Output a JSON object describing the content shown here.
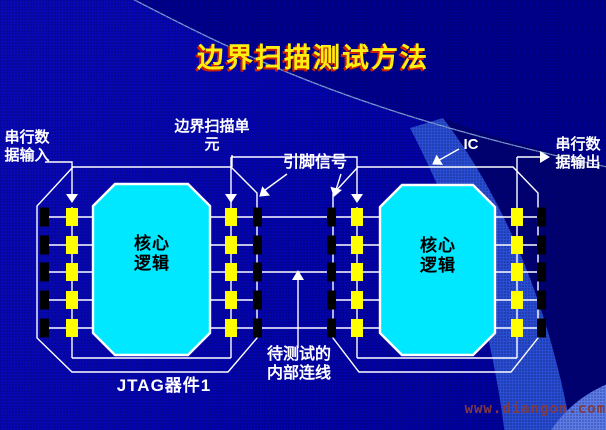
{
  "title": "边界扫描测试方法",
  "labels": {
    "serial_in_l1": "串行数",
    "serial_in_l2": "据输入",
    "bscell_l1": "边界扫描单",
    "bscell_l2": "元",
    "pin_signal": "引脚信号",
    "ic": "IC",
    "serial_out_l1": "串行数",
    "serial_out_l2": "据输出",
    "core_l1": "核心",
    "core_l2": "逻辑",
    "under_test_l1": "待测试的",
    "under_test_l2": "内部连线",
    "jtag_device": "JTAG器件1",
    "watermark": "www.diangon.com"
  },
  "colors": {
    "background_blue": "#0404ae",
    "dark_swoosh": "#000075",
    "light_band": "#2e55d8",
    "corner_patch": "#5b7ce8",
    "title_text": "#ffee11",
    "title_shadow": "#cc2200",
    "diagram_line": "#ffffff",
    "scan_cell_yellow": "#ffff00",
    "pin_black": "#000000",
    "core_cyan": "#00e8ff",
    "label_text": "#ffffff",
    "watermark_text": "#82393e"
  }
}
